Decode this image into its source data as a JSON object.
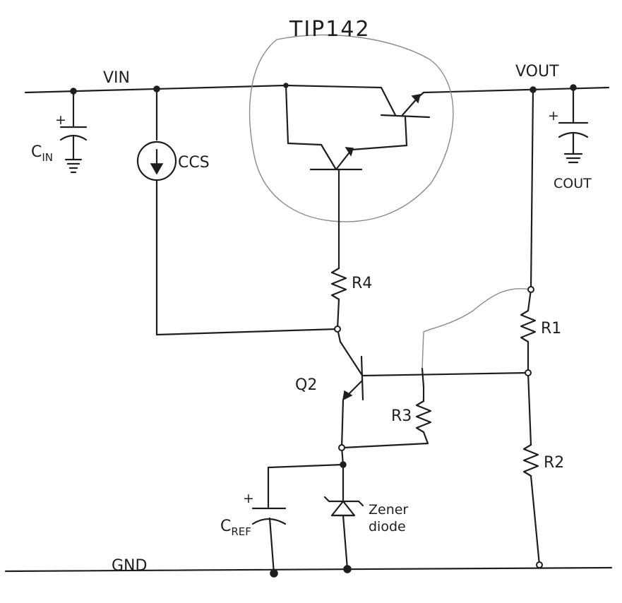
{
  "labels": {
    "vin": "VIN",
    "vout": "VOUT",
    "tip": "TIP142",
    "cin_main": "C",
    "cin_sub": "IN",
    "cout": "COUT",
    "ccs": "CCS",
    "r4": "R4",
    "r1": "R1",
    "r2": "R2",
    "r3": "R3",
    "q2": "Q2",
    "cref_main": "C",
    "cref_sub": "REF",
    "zener_line1": "Zener",
    "zener_line2": "diode",
    "gnd": "GND",
    "plus": "+"
  }
}
